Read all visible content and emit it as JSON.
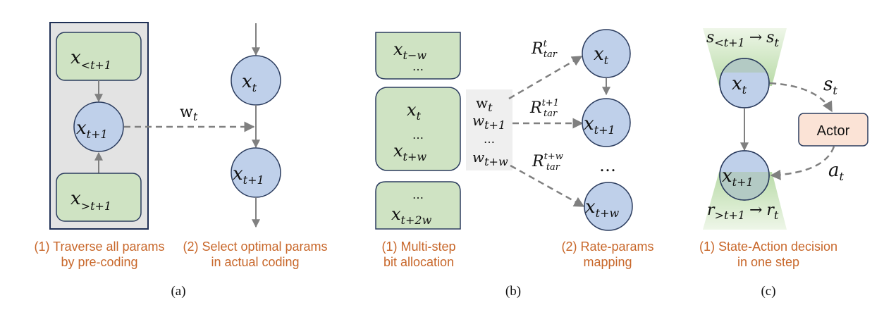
{
  "colors": {
    "node_fill": "#bfd0ea",
    "node_stroke": "#2b3c5e",
    "box_fill": "#cfe3c3",
    "box_stroke": "#2b3c5e",
    "panel_fill": "#e3e3e3",
    "panel_stroke": "#1f2f55",
    "arrow": "#808080",
    "caption": "#c8672a",
    "actor_fill": "#fbe3d6",
    "cone_green": "#cfe6c2"
  },
  "panel_a": {
    "label": "(a)",
    "box_top": {
      "main": "x",
      "sub": "<t+1"
    },
    "box_bottom": {
      "main": "x",
      "sub": ">t+1"
    },
    "center_node": {
      "main": "x",
      "sub": "t+1"
    },
    "edge_label": {
      "main": "w",
      "sub": "t"
    },
    "right_node_top": {
      "main": "x",
      "sub": "t"
    },
    "right_node_bottom": {
      "main": "x",
      "sub": "t+1"
    },
    "caption_1": [
      "(1) Traverse  all params",
      "by pre-coding"
    ],
    "caption_2": [
      "(2) Select optimal params",
      "in actual coding"
    ]
  },
  "panel_b": {
    "label": "(b)",
    "box_top": {
      "line1_main": "x",
      "line1_sub": "t−w",
      "line2": "…"
    },
    "box_middle": {
      "line1_main": "x",
      "line1_sub": "t",
      "line2": "…",
      "line3_main": "x",
      "line3_sub": "t+w"
    },
    "box_bottom": {
      "line1": "…",
      "line2_main": "x",
      "line2_sub": "t+2w"
    },
    "weights": [
      {
        "main": "w",
        "sub": "t"
      },
      {
        "main": "w",
        "sub": "t+1"
      },
      {
        "main": "…",
        "sub": ""
      },
      {
        "main": "w",
        "sub": "t+w"
      }
    ],
    "rates": [
      {
        "main": "R",
        "sup": "t",
        "sub": "tar"
      },
      {
        "main": "R",
        "sup": "t+1",
        "sub": "tar"
      },
      {
        "main": "R",
        "sup": "t+w",
        "sub": "tar"
      }
    ],
    "nodes": [
      {
        "main": "x",
        "sub": "t"
      },
      {
        "main": "x",
        "sub": "t+1"
      },
      {
        "main": "x",
        "sub": "t+w"
      }
    ],
    "ellipsis": "…",
    "caption_1": [
      "(1) Multi-step",
      "bit allocation"
    ],
    "caption_2": [
      "(2) Rate-params",
      "mapping"
    ]
  },
  "panel_c": {
    "label": "(c)",
    "state_top": {
      "main": "s",
      "sub": "<t+1",
      "arrow": "→",
      "main2": "s",
      "sub2": "t"
    },
    "reward_bottom": {
      "main": "r",
      "sub": ">t+1",
      "arrow": "→",
      "main2": "r",
      "sub2": "t"
    },
    "node_top": {
      "main": "x",
      "sub": "t"
    },
    "node_bottom": {
      "main": "x",
      "sub": "t+1"
    },
    "actor_label": "Actor",
    "state_label": {
      "main": "s",
      "sub": "t"
    },
    "action_label": {
      "main": "a",
      "sub": "t"
    },
    "caption": [
      "(1) State-Action decision",
      "in one step"
    ]
  }
}
